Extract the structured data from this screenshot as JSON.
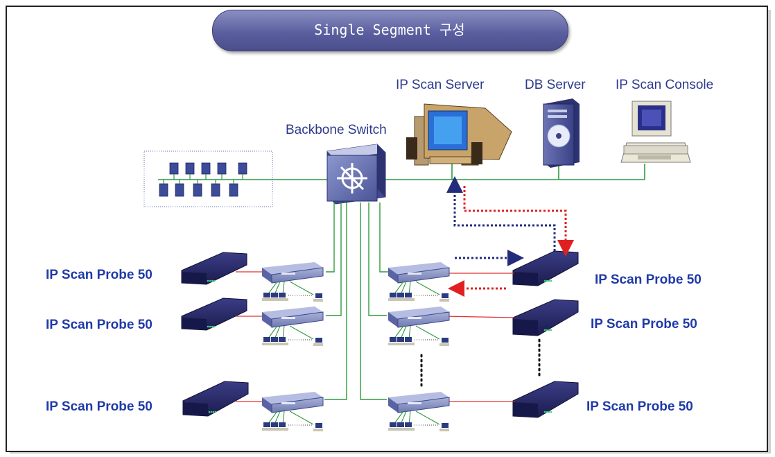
{
  "title": "Single Segment 구성",
  "labels": {
    "ip_scan_server": "IP Scan Server",
    "db_server": "DB Server",
    "ip_scan_console": "IP Scan Console",
    "backbone_switch": "Backbone Switch"
  },
  "probe_label": "IP Scan Probe 50",
  "colors": {
    "title_fill": "#5b5f9f",
    "label_text": "#2d3a8c",
    "probe_text": "#1f3aa8",
    "network_line": "#2f9a3c",
    "probe_link": "#e03030",
    "arrow_blue": "#232c7a",
    "arrow_red": "#e02020"
  }
}
